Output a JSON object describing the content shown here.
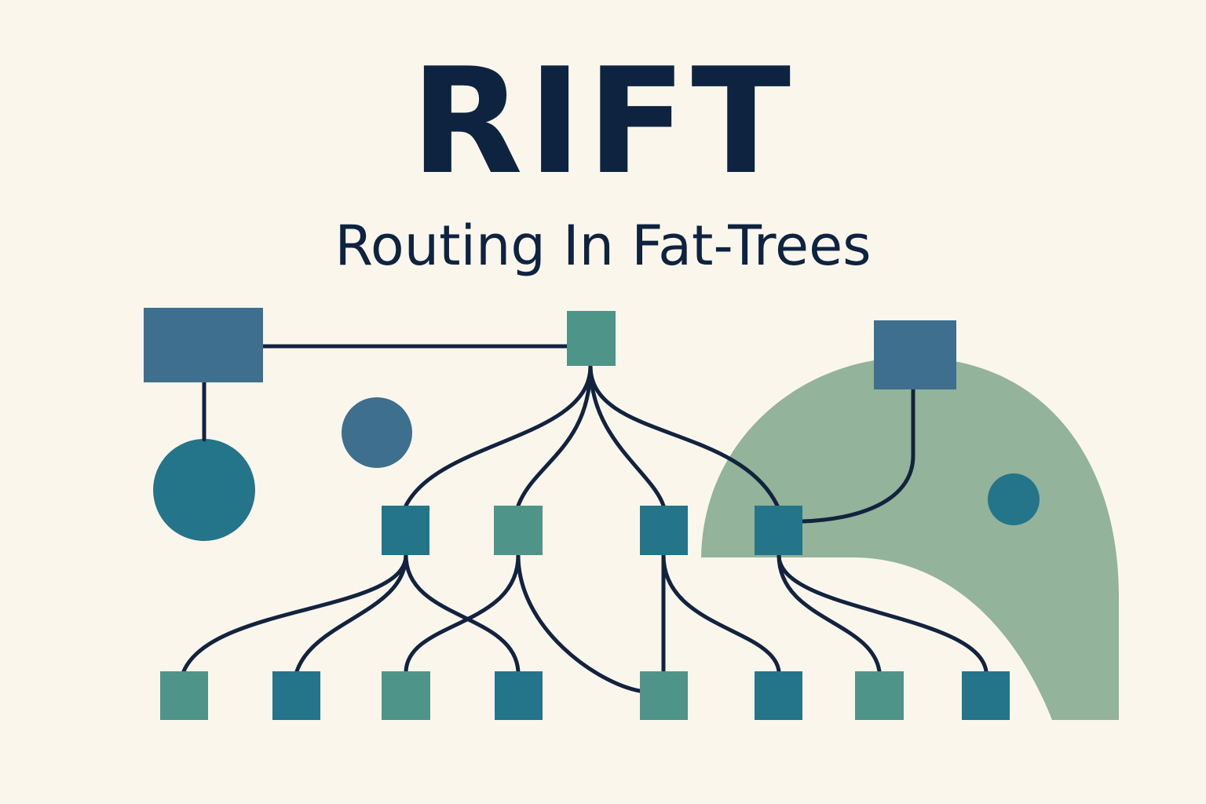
{
  "title": "RIFT",
  "subtitle": "Routing In Fat-Trees",
  "colors": {
    "background": "#fbf6ec",
    "text": "#0e2340",
    "link": "#12233f",
    "slate_blue": "#3f6f8e",
    "teal_dark": "#24758a",
    "teal_light": "#4f9488",
    "sage": "#93b39a"
  },
  "nodes": {
    "spine": "teal_light",
    "leaf_1": "teal_dark",
    "leaf_2": "teal_light",
    "leaf_3": "teal_dark",
    "leaf_4": "teal_dark",
    "host_1": "teal_light",
    "host_2": "teal_dark",
    "host_3": "teal_light",
    "host_4": "teal_dark",
    "host_5": "teal_light",
    "host_6": "teal_dark",
    "host_7": "teal_light",
    "host_8": "teal_dark",
    "top_left_box": "slate_blue",
    "top_right_box": "slate_blue"
  }
}
